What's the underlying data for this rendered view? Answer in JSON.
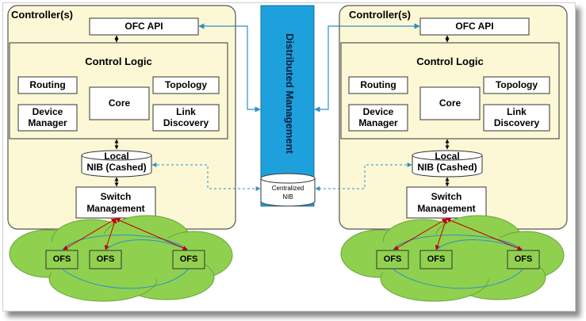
{
  "left": {
    "title": "Controller(s)",
    "api": "OFC API",
    "control_logic": "Control Logic",
    "routing": "Routing",
    "topology": "Topology",
    "core": "Core",
    "device_manager": [
      "Device",
      "Manager"
    ],
    "link_discovery": [
      "Link",
      "Discovery"
    ],
    "nib": [
      "Local",
      "NIB (Cashed)"
    ],
    "switch_mgmt": [
      "Switch",
      "Management"
    ],
    "ofs": [
      "OFS",
      "OFS",
      "OFS"
    ]
  },
  "right": {
    "title": "Controller(s)",
    "api": "OFC API",
    "control_logic": "Control Logic",
    "routing": "Routing",
    "topology": "Topology",
    "core": "Core",
    "device_manager": [
      "Device",
      "Manager"
    ],
    "link_discovery": [
      "Link",
      "Discovery"
    ],
    "nib": [
      "Local",
      "NIB (Cashed)"
    ],
    "switch_mgmt": [
      "Switch",
      "Management"
    ],
    "ofs": [
      "OFS",
      "OFS",
      "OFS"
    ]
  },
  "center": {
    "distributed": "Distributed Management",
    "centralized_nib": [
      "Centralized",
      "NIB"
    ]
  },
  "colors": {
    "controller_fill": "#fcf8d6",
    "distributed_fill": "#1ea0dc",
    "cloud_fill": "#8fd14f",
    "ofs_fill": "#92d050",
    "blue_line": "#2e8fc8",
    "red_arrow": "#c00000"
  }
}
